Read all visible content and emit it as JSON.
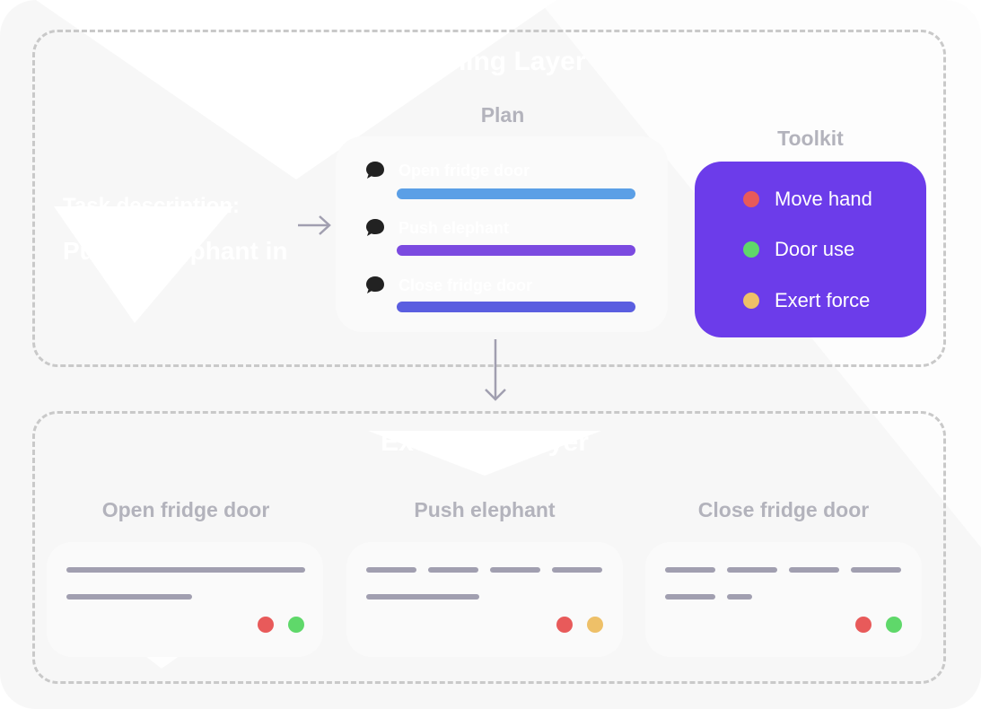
{
  "planning_layer": {
    "title": "Planning Layer",
    "task_description_label": "Task description:",
    "task_description_text": "Put the elephant in"
  },
  "plan": {
    "label": "Plan",
    "steps": [
      {
        "text": "Open fridge door",
        "bar_color": "#5b9fe6"
      },
      {
        "text": "Push elephant",
        "bar_color": "#7b4ae0"
      },
      {
        "text": "Close fridge door",
        "bar_color": "#5a5ee0"
      }
    ]
  },
  "toolkit": {
    "label": "Toolkit",
    "bg_color": "#6c3cea",
    "tools": [
      {
        "name": "Move hand",
        "color": "#e85a5a"
      },
      {
        "name": "Door use",
        "color": "#5fd86a"
      },
      {
        "name": "Exert force",
        "color": "#eec068"
      }
    ]
  },
  "execution_layer": {
    "title": "Execution Layer",
    "tasks": [
      {
        "title": "Open fridge door",
        "tool_colors": [
          "#e85a5a",
          "#5fd86a"
        ]
      },
      {
        "title": "Push elephant",
        "tool_colors": [
          "#e85a5a",
          "#eec068"
        ]
      },
      {
        "title": "Close fridge door",
        "tool_colors": [
          "#e85a5a",
          "#5fd86a"
        ]
      }
    ]
  }
}
